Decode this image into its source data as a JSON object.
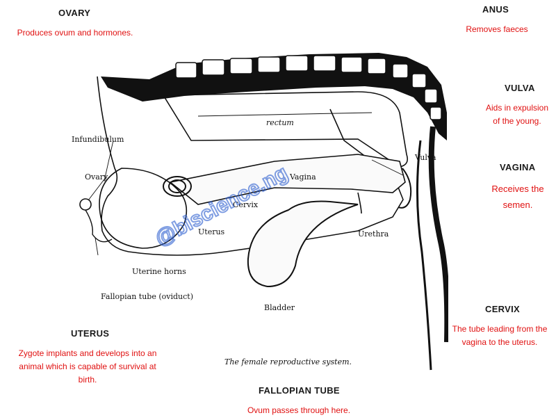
{
  "organs": {
    "ovary": {
      "title": "OVARY",
      "desc": "Produces ovum and hormones."
    },
    "anus": {
      "title": "ANUS",
      "desc": "Removes faeces"
    },
    "vulva": {
      "title": "VULVA",
      "desc_lines": [
        "Aids in expulsion",
        "of  the young."
      ]
    },
    "vagina": {
      "title": "VAGINA",
      "desc_lines": [
        "Receives the",
        "semen."
      ]
    },
    "cervix": {
      "title": "CERVIX",
      "desc_lines": [
        "The tube leading from the",
        "vagina to the uterus."
      ]
    },
    "uterus": {
      "title": "UTERUS",
      "desc_lines": [
        "Zygote implants and develops into  an",
        "animal which is capable of survival at",
        "birth."
      ]
    },
    "fallopian_tube": {
      "title": "FALLOPIAN TUBE",
      "desc": "Ovum passes  through here."
    }
  },
  "diagram": {
    "labels": {
      "infundibulum": "Infundibulum",
      "ovary": "Ovary",
      "uterus": "Uterus",
      "cervix": "Cervix",
      "vagina": "Vagina",
      "vulva": "Vulva",
      "rectum": "rectum",
      "urethra": "Urethra",
      "uterine_horns": "Uterine horns",
      "fallopian_tube": "Fallopian tube (oviduct)",
      "bladder": "Bladder"
    },
    "caption": "The female reproductive system.",
    "watermark": "@biscience.ng"
  },
  "colors": {
    "heading": "#1a1a1a",
    "description": "#e01010",
    "watermark": "#2d5fd0"
  }
}
